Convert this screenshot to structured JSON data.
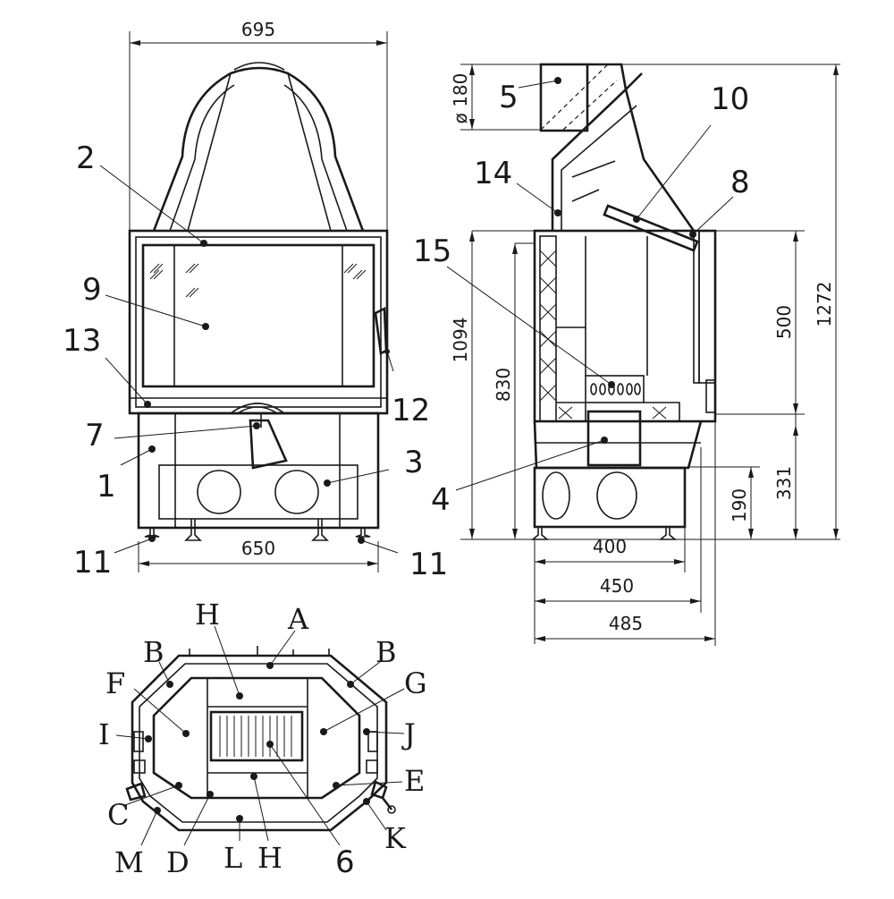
{
  "front_view": {
    "dimensions": {
      "width_top": "695",
      "width_bottom": "650"
    },
    "parts": [
      "1",
      "2",
      "3",
      "7",
      "9",
      "11",
      "11",
      "12",
      "13"
    ]
  },
  "side_view": {
    "dimensions": {
      "flue_diameter": "ø 180",
      "height_total": "1272",
      "height_1094": "1094",
      "height_830": "830",
      "height_500": "500",
      "height_331": "331",
      "height_190": "190",
      "depth_400": "400",
      "depth_450": "450",
      "depth_485": "485"
    },
    "parts": [
      "5",
      "10",
      "14",
      "8",
      "15",
      "4"
    ]
  },
  "top_view": {
    "parts": [
      "A",
      "H",
      "B",
      "B",
      "F",
      "G",
      "I",
      "J",
      "E",
      "C",
      "K",
      "M",
      "D",
      "L",
      "H",
      "6"
    ]
  }
}
